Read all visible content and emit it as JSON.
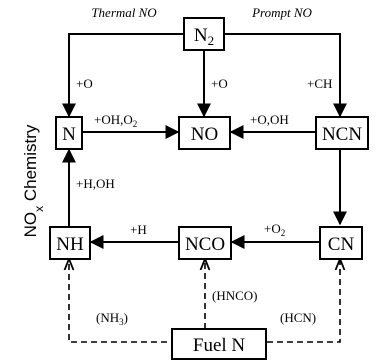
{
  "diagram": {
    "side_title_main": "NO",
    "side_title_sub": "x",
    "side_title_rest": " Chemistry",
    "headers": {
      "thermal": "Thermal NO",
      "prompt": "Prompt NO"
    },
    "nodes": {
      "n2": {
        "main": "N",
        "sub": "2"
      },
      "n": {
        "main": "N"
      },
      "no": {
        "main": "NO"
      },
      "ncn": {
        "main": "NCN"
      },
      "nh": {
        "main": "NH"
      },
      "nco": {
        "main": "NCO"
      },
      "cn": {
        "main": "CN"
      },
      "fuel_n": {
        "main": "Fuel N"
      }
    },
    "edges": {
      "n2_to_n": "+O",
      "n2_to_no": "+O",
      "n2_to_ncn": "+CH",
      "n_to_no": "+OH,O",
      "n_to_no_sub": "2",
      "ncn_to_no": "+O,OH",
      "nh_to_n": "+H,OH",
      "nco_to_nh": "+H",
      "cn_to_nco": "+O",
      "cn_to_nco_sub": "2",
      "fuel_to_nh": "(NH",
      "fuel_to_nh_sub": "3",
      "fuel_to_nh_end": ")",
      "fuel_to_nco": "(HNCO)",
      "fuel_to_cn": "(HCN)"
    }
  }
}
